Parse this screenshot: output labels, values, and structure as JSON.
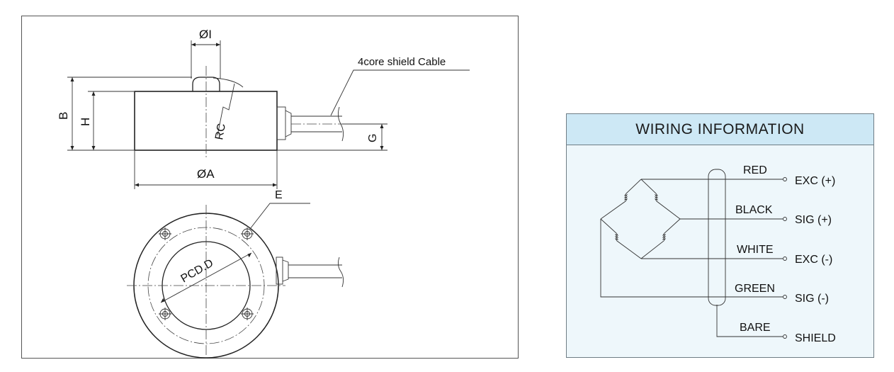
{
  "drawing": {
    "labels": {
      "dia_i": "ØI",
      "cable": "4core shield Cable",
      "b": "B",
      "h": "H",
      "rc": "RC",
      "g": "G",
      "dia_a": "ØA",
      "e": "E",
      "pcd": "PCD.D"
    }
  },
  "wiring": {
    "title": "WIRING INFORMATION",
    "wires": [
      {
        "color": "RED",
        "signal": "EXC (+)"
      },
      {
        "color": "BLACK",
        "signal": "SIG (+)"
      },
      {
        "color": "WHITE",
        "signal": "EXC (-)"
      },
      {
        "color": "GREEN",
        "signal": "SIG (-)"
      },
      {
        "color": "BARE",
        "signal": "SHIELD"
      }
    ]
  }
}
